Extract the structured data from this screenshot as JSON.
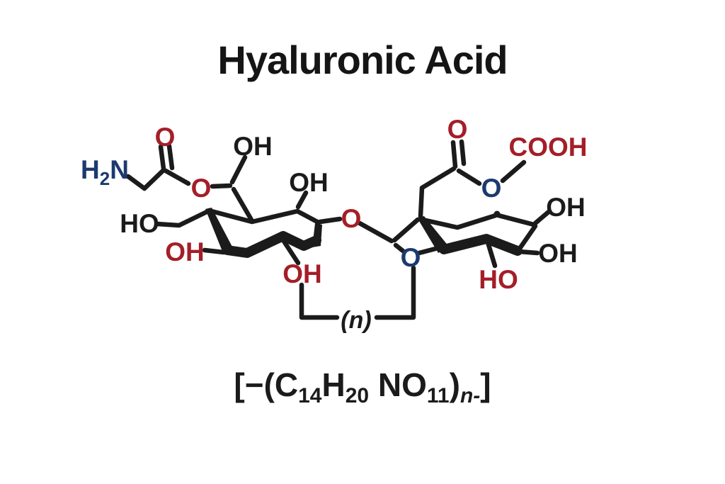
{
  "title": "Hyaluronic Acid",
  "repeat_label": "(n)",
  "colors": {
    "structure_black": "#1b1b1b",
    "oxygen_red": "#a41e28",
    "nitrogen_blue": "#1c3a6e",
    "background": "#ffffff"
  },
  "molecule": {
    "labels": {
      "amine_h": "H",
      "amine_sub": "2",
      "amine_n": "N",
      "carbonyl_o_left": "O",
      "ester_o_left": "O",
      "oh_c1_left": "OH",
      "oh_ring_left": "OH",
      "ho_left": "HO",
      "oh_red_left": "OH",
      "oh_red_bottom": "OH",
      "glycosidic_o": "O",
      "chain_o": "O",
      "carbonyl_o_right": "O",
      "ester_o_right": "O",
      "cooh": "COOH",
      "oh_top_right": "OH",
      "oh_right": "OH",
      "ho_red_right": "HO"
    }
  },
  "formula": {
    "p1": "[−(C",
    "s1": "14",
    "p2": "H",
    "s2": "20",
    "p3": " NO",
    "s3": "11",
    "p4": ")",
    "s4": "n-",
    "p5": "]"
  }
}
